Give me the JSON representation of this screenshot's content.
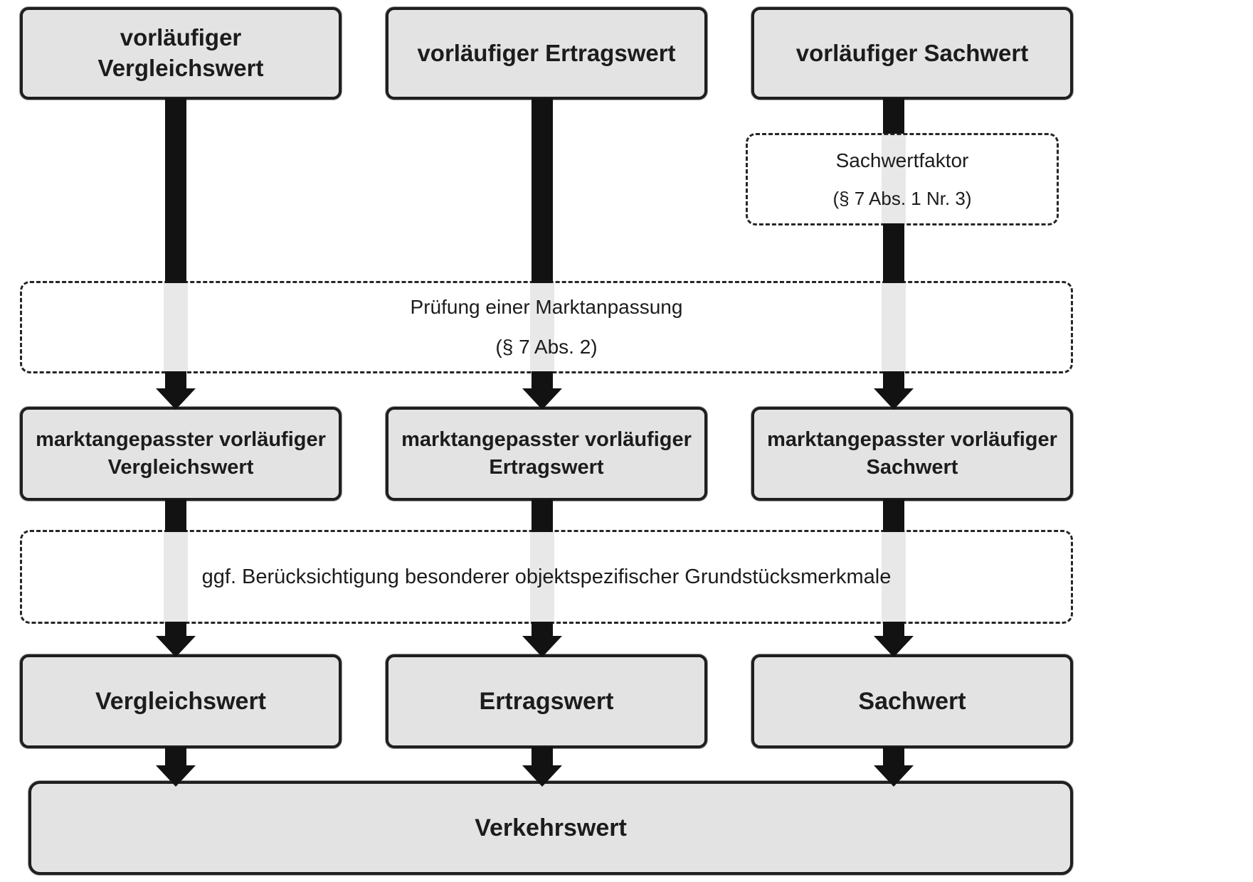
{
  "colors": {
    "box_fill": "#e3e3e3",
    "box_border": "#1f1f1f",
    "arrow_black": "#121212",
    "arrow_ghost": "#e8e8e8",
    "background": "#ffffff",
    "text": "#1c1c1c"
  },
  "top_row": [
    {
      "line1": "vorläufiger",
      "line2": "Vergleichswert"
    },
    {
      "line1": "vorläufiger Ertragswert"
    },
    {
      "line1": "vorläufiger Sachwert"
    }
  ],
  "sachwertfaktor_note": {
    "line1": "Sachwertfaktor",
    "line2": "(§ 7 Abs. 1 Nr. 3)"
  },
  "marktanpassung_note": {
    "line1": "Prüfung einer Marktanpassung",
    "line2": "(§ 7 Abs. 2)"
  },
  "adjusted_row": [
    {
      "line1": "marktangepasster vorläufiger",
      "line2": "Vergleichswert"
    },
    {
      "line1": "marktangepasster vorläufiger",
      "line2": "Ertragswert"
    },
    {
      "line1": "marktangepasster vorläufiger",
      "line2": "Sachwert"
    }
  ],
  "merkmale_note": {
    "line1": "ggf. Berücksichtigung besonderer objektspezifischer Grundstücksmerkmale"
  },
  "result_row": [
    {
      "line1": "Vergleichswert"
    },
    {
      "line1": "Ertragswert"
    },
    {
      "line1": "Sachwert"
    }
  ],
  "final_box": {
    "line1": "Verkehrswert"
  }
}
